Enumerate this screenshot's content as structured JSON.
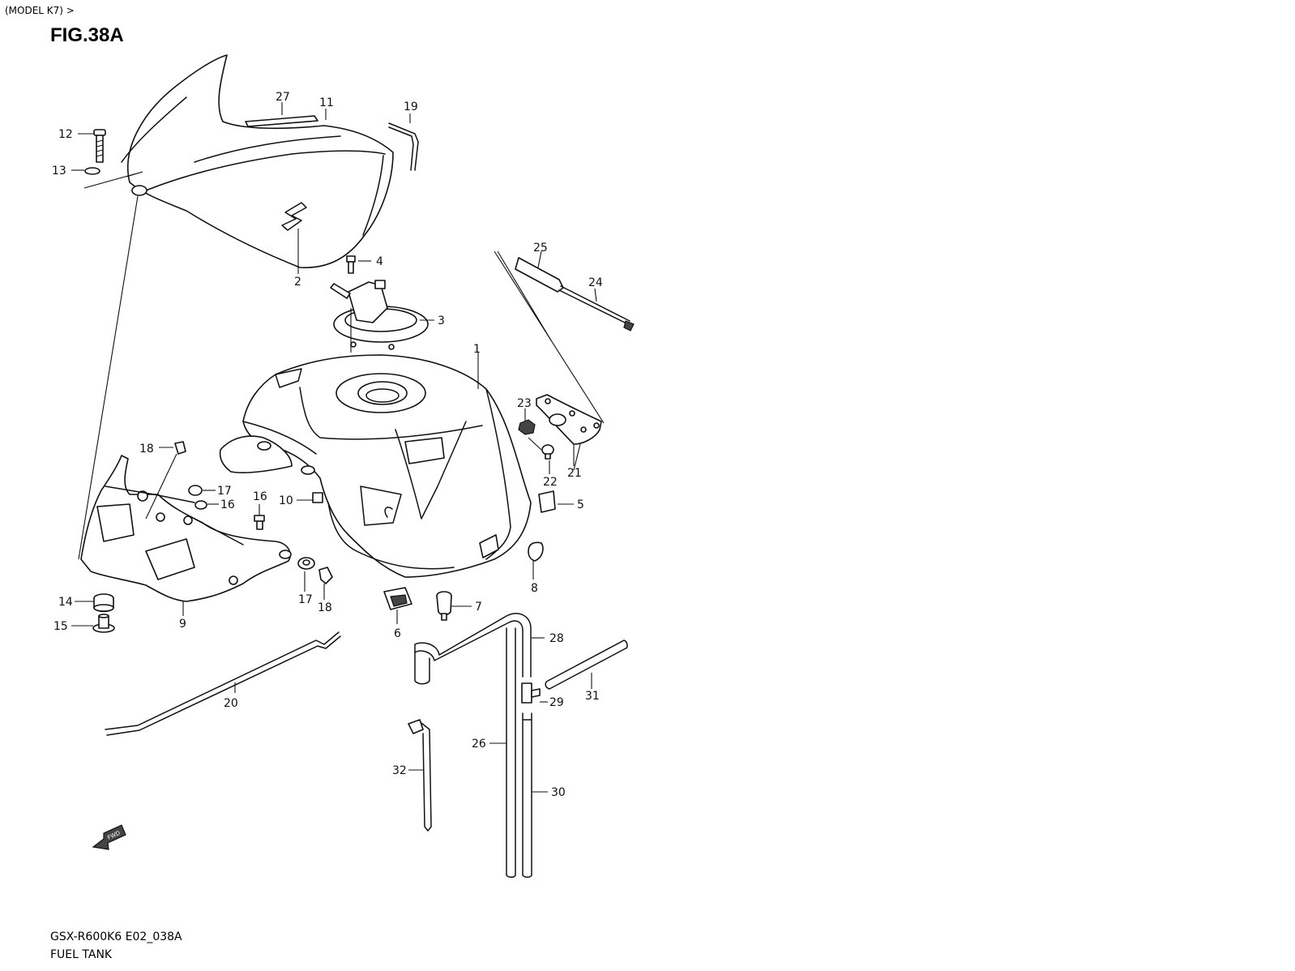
{
  "header": {
    "model": "(MODEL K7) >",
    "figure": "FIG.38A"
  },
  "footer": {
    "code": "GSX-R600K6 E02_038A",
    "title": "FUEL TANK"
  },
  "fwd_mark": "FWD",
  "callouts": [
    {
      "label": "1"
    },
    {
      "label": "2"
    },
    {
      "label": "3"
    },
    {
      "label": "4"
    },
    {
      "label": "5"
    },
    {
      "label": "6"
    },
    {
      "label": "7"
    },
    {
      "label": "8"
    },
    {
      "label": "9"
    },
    {
      "label": "10"
    },
    {
      "label": "11"
    },
    {
      "label": "12"
    },
    {
      "label": "13"
    },
    {
      "label": "14"
    },
    {
      "label": "15"
    },
    {
      "label": "16"
    },
    {
      "label": "16"
    },
    {
      "label": "17"
    },
    {
      "label": "17"
    },
    {
      "label": "18"
    },
    {
      "label": "18"
    },
    {
      "label": "19"
    },
    {
      "label": "20"
    },
    {
      "label": "21"
    },
    {
      "label": "22"
    },
    {
      "label": "23"
    },
    {
      "label": "24"
    },
    {
      "label": "25"
    },
    {
      "label": "26"
    },
    {
      "label": "27"
    },
    {
      "label": "28"
    },
    {
      "label": "29"
    },
    {
      "label": "30"
    },
    {
      "label": "31"
    },
    {
      "label": "32"
    }
  ]
}
